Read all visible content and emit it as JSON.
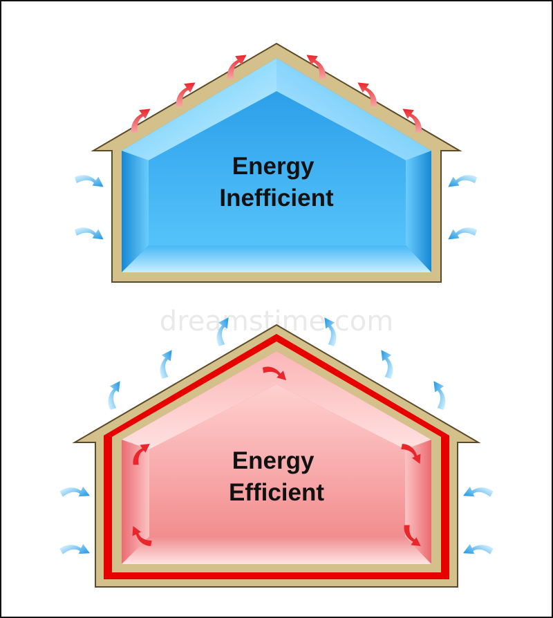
{
  "watermark": "dreamstime.com",
  "colors": {
    "wall": "#d4c08a",
    "wall_stroke": "#6b5a33",
    "cold_light": "#bfe9ff",
    "cold_mid": "#3cb4f5",
    "cold_dark": "#128bd6",
    "warm_light": "#ffdada",
    "warm_mid": "#f59a9a",
    "warm_dark": "#e85d62",
    "insulation": "#e60000",
    "heat_arrow": "#ee3b3b",
    "cold_arrow": "#2a9de4"
  },
  "houses": [
    {
      "id": "inefficient",
      "label_lines": [
        "Energy",
        "Inefficient"
      ],
      "theme": "cold"
    },
    {
      "id": "efficient",
      "label_lines": [
        "Energy",
        "Efficient"
      ],
      "theme": "warm"
    }
  ],
  "icons": {
    "heat_escape": "curved-heat-arrow-icon",
    "cold_airflow": "curved-cold-arrow-icon",
    "internal_circulation": "circulation-arrow-icon"
  }
}
